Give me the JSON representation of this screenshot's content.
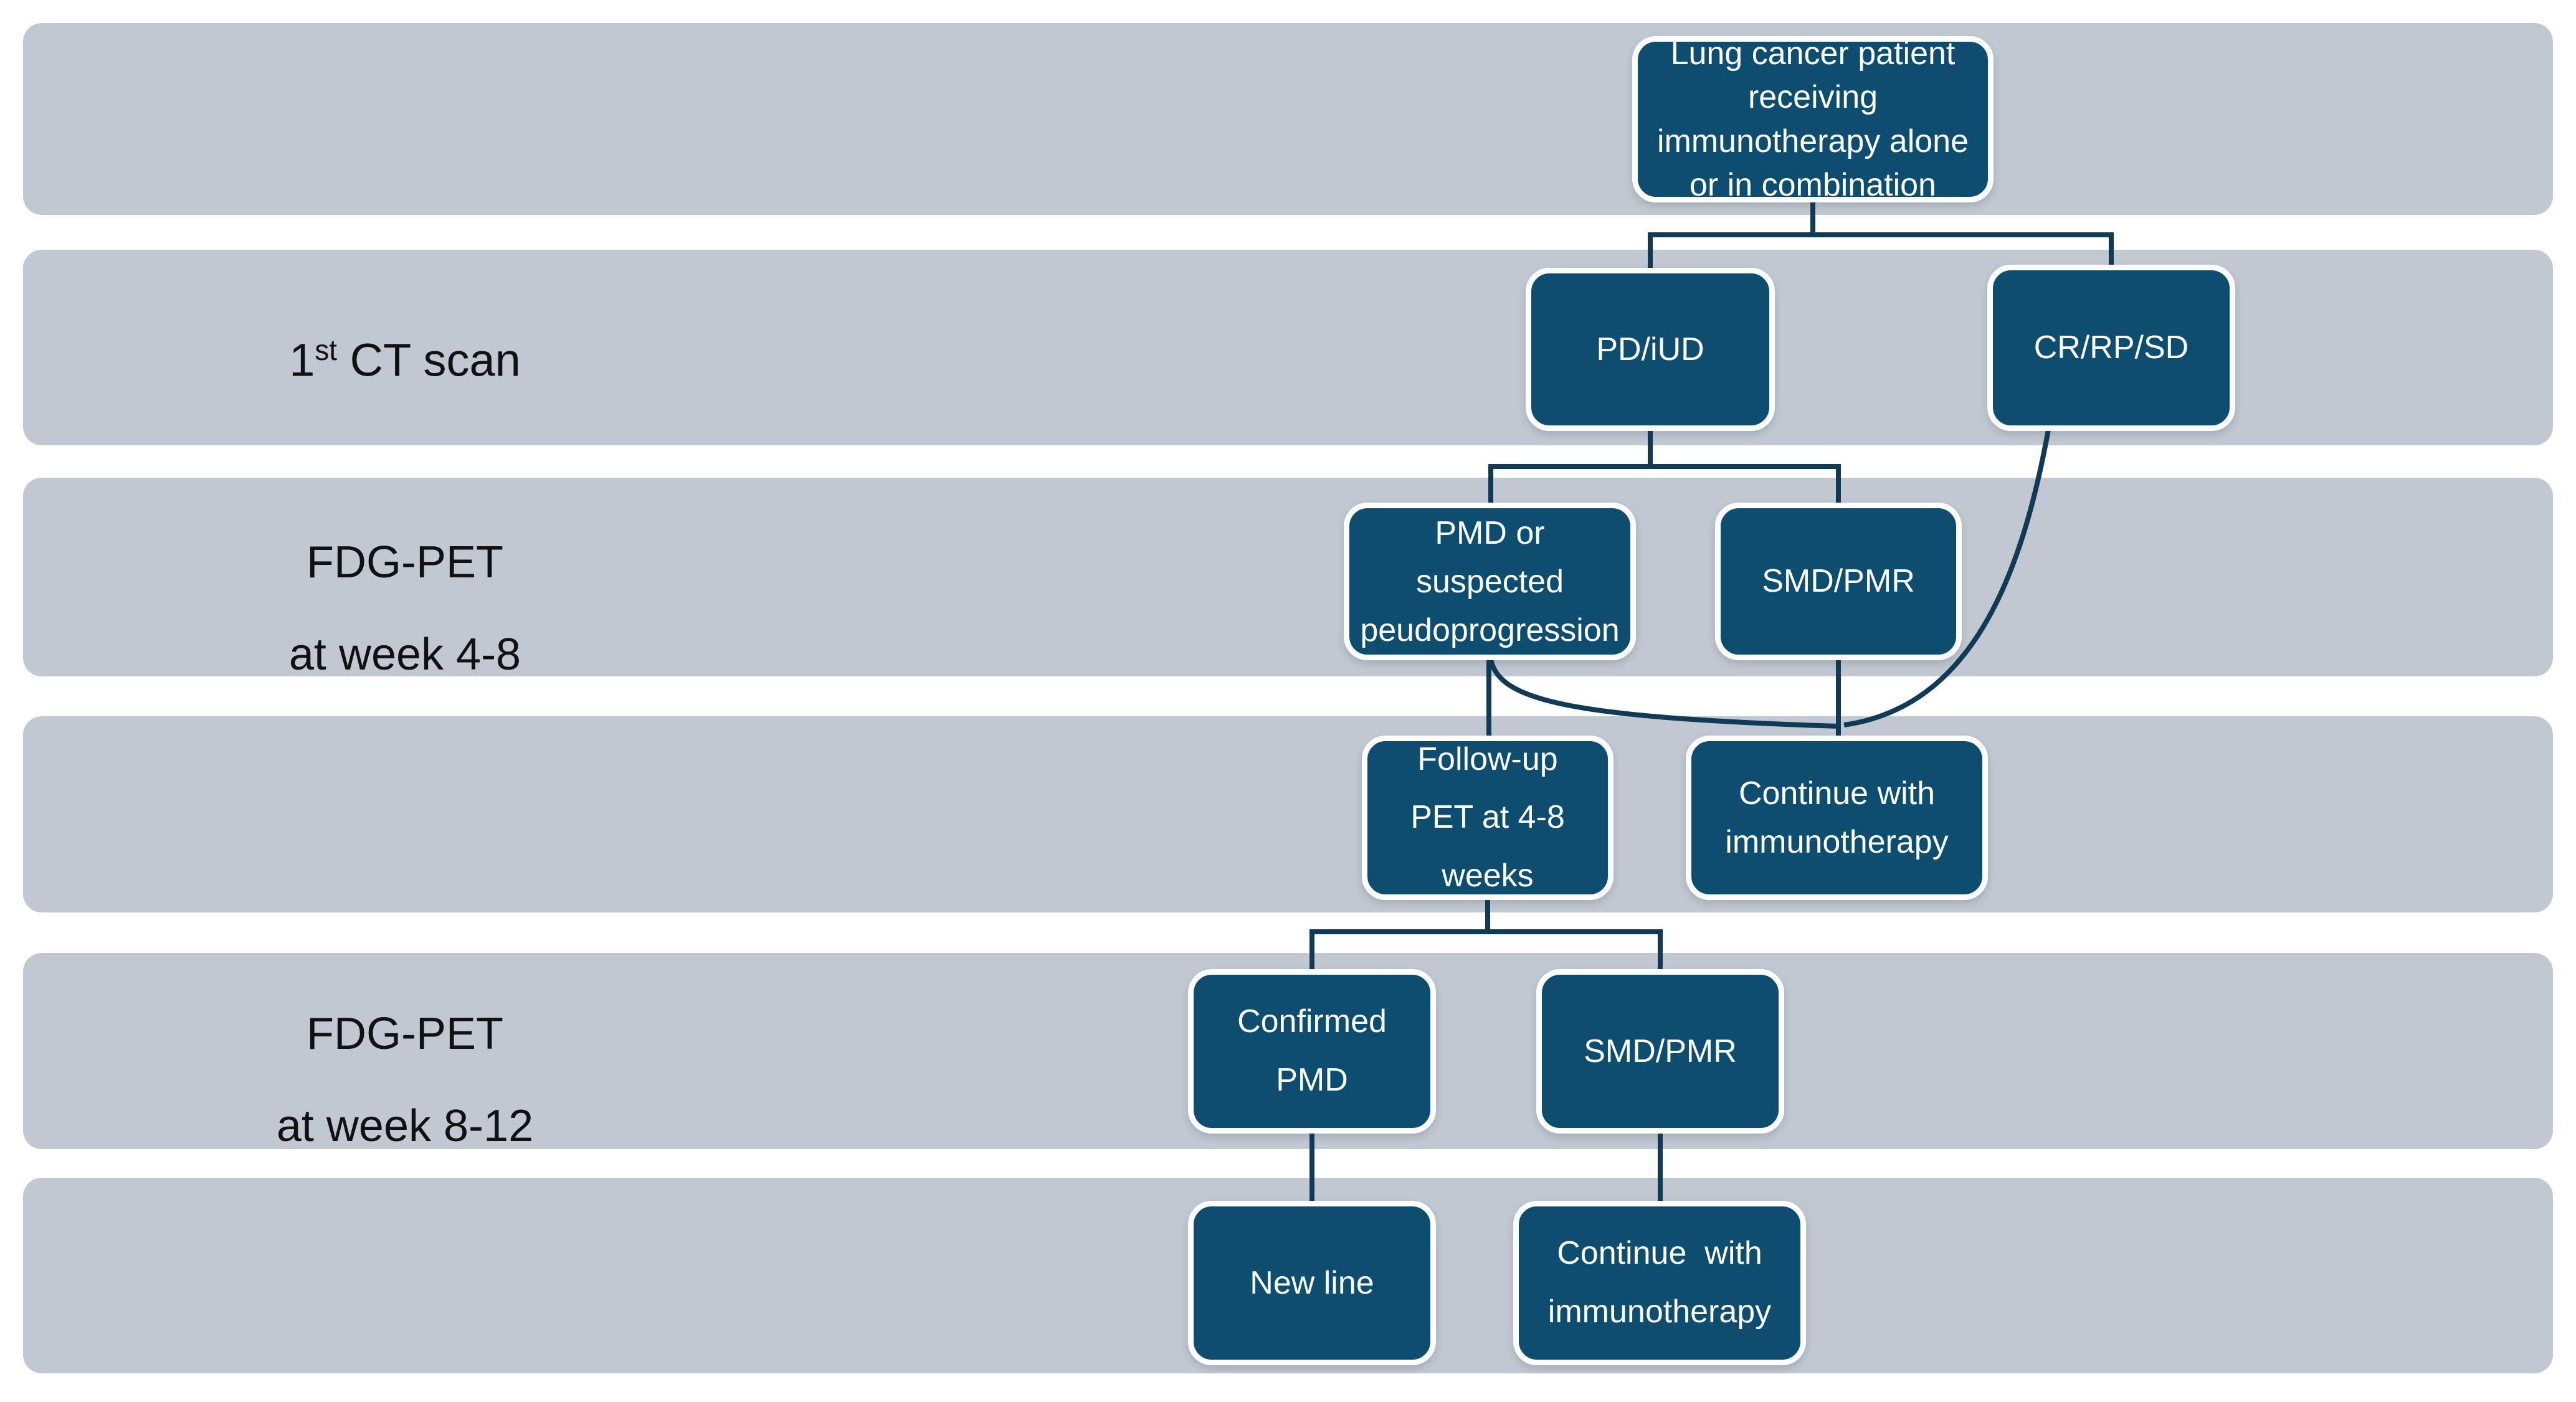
{
  "colors": {
    "band": "#c1c8d1",
    "node_fill": "#0d4d6f",
    "node_border": "#ffffff",
    "connector": "#103a56",
    "label_text": "#111111",
    "node_text": "#ffffff",
    "page_bg": "#ffffff"
  },
  "row_labels": {
    "ct_scan": {
      "base": "1",
      "sup": "st",
      "rest": " CT scan"
    },
    "fdg_pet_4_8": {
      "line1": "FDG-PET",
      "line2": "at week 4-8"
    },
    "fdg_pet_8_12": {
      "line1": "FDG-PET",
      "line2": "at week 8-12"
    }
  },
  "nodes": {
    "patient": "Lung cancer patient\nreceiving\nimmunotherapy alone\nor in combination",
    "pd_iud": "PD/iUD",
    "cr_rp_sd": "CR/RP/SD",
    "pmd_suspected": "PMD or suspected\npeudoprogression",
    "smd_pmr_1": "SMD/PMR",
    "follow_up": "Follow-up\nPET at 4-8\nweeks",
    "continue_1": "Continue with\nimmunotherapy",
    "confirmed_pmd": "Confirmed\nPMD",
    "smd_pmr_2": "SMD/PMR",
    "new_line": "New line",
    "continue_2": "Continue  with\nimmunotherapy"
  }
}
